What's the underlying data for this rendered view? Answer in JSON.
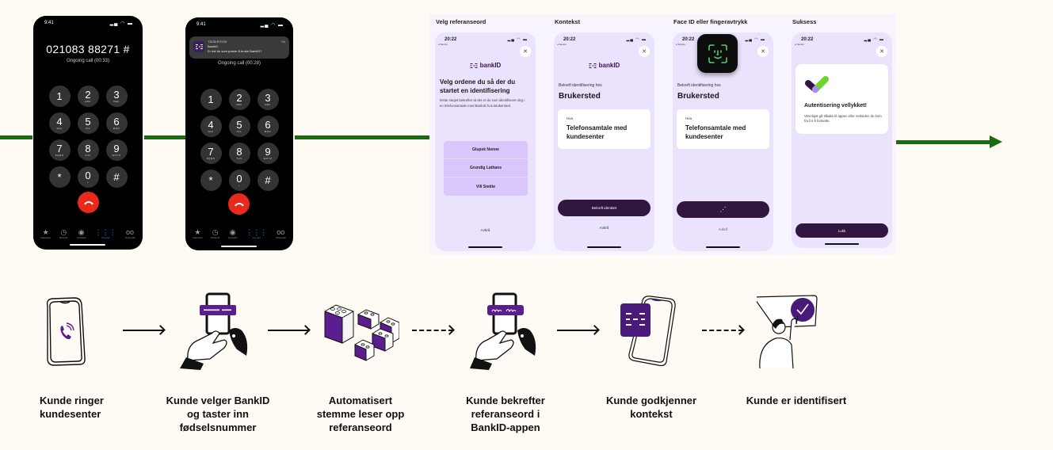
{
  "phone1": {
    "time": "9:41",
    "number": "021083 88271 #",
    "call_state": "Ongoing call (00:33)"
  },
  "phone2": {
    "time": "9:41",
    "call_state": "Ongoing call (00:28)",
    "notification": {
      "app": "TIDSKRITISK",
      "sender": "BankID",
      "message": "Er det du som prøver å bruke BankID?",
      "time": "Nå"
    }
  },
  "keypad": [
    {
      "digit": "1",
      "letters": ""
    },
    {
      "digit": "2",
      "letters": "ABC"
    },
    {
      "digit": "3",
      "letters": "DEF"
    },
    {
      "digit": "4",
      "letters": "GHI"
    },
    {
      "digit": "5",
      "letters": "JKL"
    },
    {
      "digit": "6",
      "letters": "MNO"
    },
    {
      "digit": "7",
      "letters": "PQRS"
    },
    {
      "digit": "8",
      "letters": "TUV"
    },
    {
      "digit": "9",
      "letters": "WXYZ"
    },
    {
      "digit": "*",
      "letters": ""
    },
    {
      "digit": "0",
      "letters": "+"
    },
    {
      "digit": "#",
      "letters": ""
    }
  ],
  "tabbar": [
    {
      "label": "Favorites",
      "icon": "star-icon",
      "glyph": "★"
    },
    {
      "label": "Recents",
      "icon": "clock-icon",
      "glyph": "◷"
    },
    {
      "label": "Contacts",
      "icon": "contact-icon",
      "glyph": "◉"
    },
    {
      "label": "Keypad",
      "icon": "keypad-icon",
      "glyph": "⋮⋮⋮",
      "active": true
    },
    {
      "label": "Voicemail",
      "icon": "voicemail-icon",
      "glyph": "ᴏᴏ"
    }
  ],
  "bankid": {
    "brand": "bankID",
    "status_time": "20:22",
    "back_label": "◂ Telefon",
    "close_glyph": "✕",
    "cancel_label": "Avbrå",
    "steps": [
      {
        "title": "Velg referanseord",
        "heading": "Velg ordene du så der du startet en identifisering",
        "description": "Dette steget bekrefter at det er du som identifiserer deg i en telefonsamtale med BankID hos Brukersted.",
        "words": [
          "Glupsk Nonne",
          "Grundig Lathans",
          "Vill Smitte"
        ]
      },
      {
        "title": "Kontekst",
        "confirm_label": "Bekreft identifisering hos",
        "provider": "Brukersted",
        "what_label": "Hva",
        "what_value": "Telefonsamtale med kundesenter",
        "button": "Bekreft identitet"
      },
      {
        "title": "Face ID eller fingeravtrykk",
        "confirm_label": "Bekreft identifisering hos",
        "provider": "Brukersted",
        "what_label": "Hva",
        "what_value": "Telefonsamtale med kundesenter",
        "button": "⋰"
      },
      {
        "title": "Suksess",
        "success_title": "Autentisering vellykket!",
        "success_desc": "Vennligst gå tilbake til appen eller nettsiden du kom fra for å fortsette.",
        "button": "Lukk"
      }
    ]
  },
  "flow": {
    "steps": [
      {
        "label": "Kunde ringer kundesenter",
        "icon": "phone-call-icon"
      },
      {
        "label": "Kunde velger BankID og taster inn fødselsnummer",
        "icon": "hand-typing-phone-icon"
      },
      {
        "label": "Automatisert stemme leser opp referanseord",
        "icon": "building-blocks-icon"
      },
      {
        "label": "Kunde bekrefter referanseord i BankID-appen",
        "icon": "hand-confirm-phone-icon"
      },
      {
        "label": "Kunde godkjenner kontekst",
        "icon": "bankid-app-phone-icon"
      },
      {
        "label": "Kunde er identifisert",
        "icon": "person-checkmark-icon"
      }
    ],
    "connectors": [
      "solid",
      "solid",
      "dashed",
      "solid",
      "dashed"
    ]
  },
  "colors": {
    "flow_green": "#1b6b12",
    "bankid_purple": "#31163f",
    "accent_purple": "#4a1a7a",
    "panel_lavender": "#ebe2fd",
    "end_call_red": "#e8291c"
  }
}
